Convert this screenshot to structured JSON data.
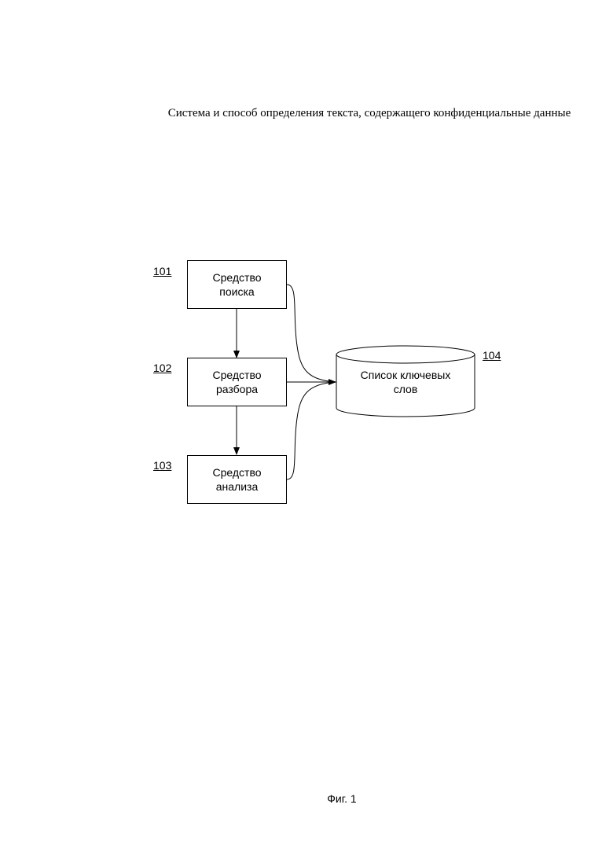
{
  "header": {
    "title": "Система и способ определения текста, содержащего конфиденциальные данные"
  },
  "diagram": {
    "nodes": [
      {
        "id": "101",
        "ref": "101",
        "line1": "Средство",
        "line2": "поиска"
      },
      {
        "id": "102",
        "ref": "102",
        "line1": "Средство",
        "line2": "разбора"
      },
      {
        "id": "103",
        "ref": "103",
        "line1": "Средство",
        "line2": "анализа"
      }
    ],
    "database": {
      "ref": "104",
      "line1": "Список ключевых",
      "line2": "слов"
    },
    "edges": [
      {
        "from": "101",
        "to": "102"
      },
      {
        "from": "102",
        "to": "103"
      },
      {
        "from": "101",
        "to": "104"
      },
      {
        "from": "102",
        "to": "104"
      },
      {
        "from": "103",
        "to": "104"
      }
    ]
  },
  "footer": {
    "figure_label": "Фиг. 1"
  }
}
